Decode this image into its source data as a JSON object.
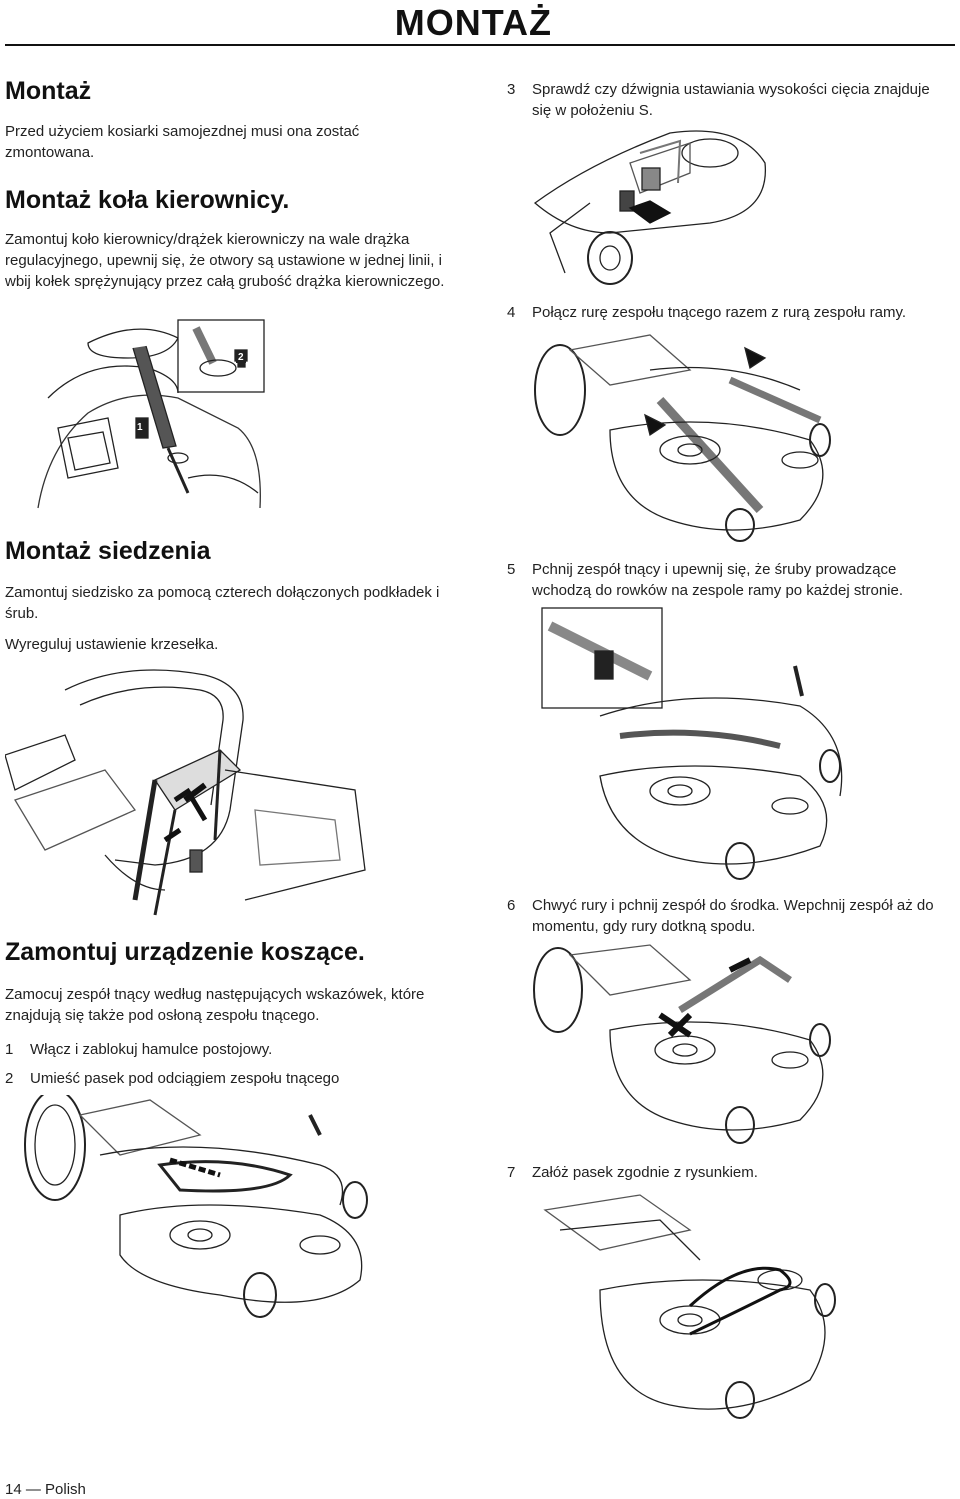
{
  "header": {
    "title": "MONTAŻ"
  },
  "left": {
    "montaz": {
      "heading": "Montaż",
      "text": "Przed użyciem kosiarki samojezdnej musi ona zostać zmontowana."
    },
    "kolo": {
      "heading": "Montaż koła kierownicy.",
      "text": "Zamontuj koło kierownicy/drążek kierowniczy na wale drążka regulacyjnego, upewnij się, że otwory są ustawione w jednej linii, i wbij kołek sprężynujący przez całą grubość drążka kierowniczego.",
      "callouts": [
        "1",
        "2"
      ]
    },
    "siedzenie": {
      "heading": "Montaż siedzenia",
      "text1": "Zamontuj siedzisko za pomocą czterech dołączonych podkładek i śrub.",
      "text2": "Wyreguluj ustawienie krzesełka."
    },
    "urzadzenie": {
      "heading": "Zamontuj urządzenie koszące.",
      "text": "Zamocuj zespół tnący według następujących wskazówek, które znajdują się także pod osłoną zespołu tnącego.",
      "steps": [
        {
          "num": "1",
          "text": "Włącz i zablokuj hamulce postojowy."
        },
        {
          "num": "2",
          "text": "Umieść pasek pod odciągiem zespołu tnącego"
        }
      ]
    }
  },
  "right": {
    "steps": [
      {
        "num": "3",
        "text": "Sprawdź czy dźwignia ustawiania wysokości cięcia znajduje się w położeniu S."
      },
      {
        "num": "4",
        "text": "Połącz rurę zespołu tnącego razem z rurą zespołu ramy."
      },
      {
        "num": "5",
        "text": "Pchnij zespół tnący i upewnij się, że śruby prowadzące wchodzą do rowków na zespole ramy po każdej stronie."
      },
      {
        "num": "6",
        "text": "Chwyć rury i pchnij zespół do środka. Wepchnij zespół aż do momentu, gdy rury dotkną spodu."
      },
      {
        "num": "7",
        "text": "Załóż pasek zgodnie z rysunkiem."
      }
    ]
  },
  "footer": {
    "page": "14",
    "dash": "—",
    "language": "Polish"
  }
}
